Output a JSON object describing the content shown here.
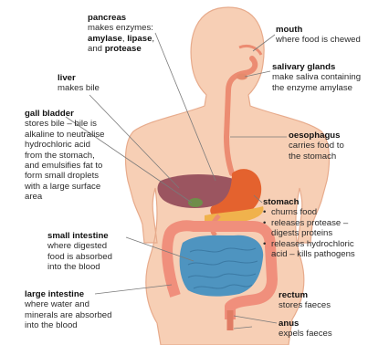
{
  "labels": {
    "pancreas": {
      "title": "pancreas",
      "line1": "makes enzymes:",
      "line2a": "amylase",
      "line2sep": ", ",
      "line2b": "lipase",
      "line2end": ",",
      "line3a": "and ",
      "line3b": "protease"
    },
    "mouth": {
      "title": "mouth",
      "desc": "where food is chewed"
    },
    "liver": {
      "title": "liver",
      "desc": "makes bile"
    },
    "salivary_glands": {
      "title": "salivary glands",
      "line1": "make saliva containing",
      "line2": "the enzyme amylase"
    },
    "gall_bladder": {
      "title": "gall bladder",
      "lines": [
        "stores bile – bile is",
        "alkaline to neutralise",
        "hydrochloric acid",
        "from the stomach,",
        "and emulsifies fat to",
        "form small droplets",
        "with a large surface",
        "area"
      ]
    },
    "oesophagus": {
      "title": "oesophagus",
      "line1": "carries food to",
      "line2": "the stomach"
    },
    "stomach": {
      "title": "stomach",
      "b1": "churns food",
      "b2": "releases protease –",
      "b2c": "digests proteins",
      "b3": "releases hydrochloric",
      "b3c": "acid – kills pathogens"
    },
    "small_intestine": {
      "title": "small intestine",
      "line1": "where digested",
      "line2": "food is absorbed",
      "line3": "into the blood"
    },
    "large_intestine": {
      "title": "large intestine",
      "line1": "where water and",
      "line2": "minerals are absorbed",
      "line3": "into the blood"
    },
    "rectum": {
      "title": "rectum",
      "desc": "stores faeces"
    },
    "anus": {
      "title": "anus",
      "desc": "expels faeces"
    }
  },
  "colors": {
    "skin": "#f7cfb5",
    "skin_edge": "#e7ab8c",
    "tract": "#ec8c72",
    "liver": "#9b5560",
    "stomach": "#e4622e",
    "pancreas": "#f0b24c",
    "small_intestine": "#4e94c0",
    "large_intestine": "#f08f7c",
    "leader_line": "#7a7a7a"
  }
}
